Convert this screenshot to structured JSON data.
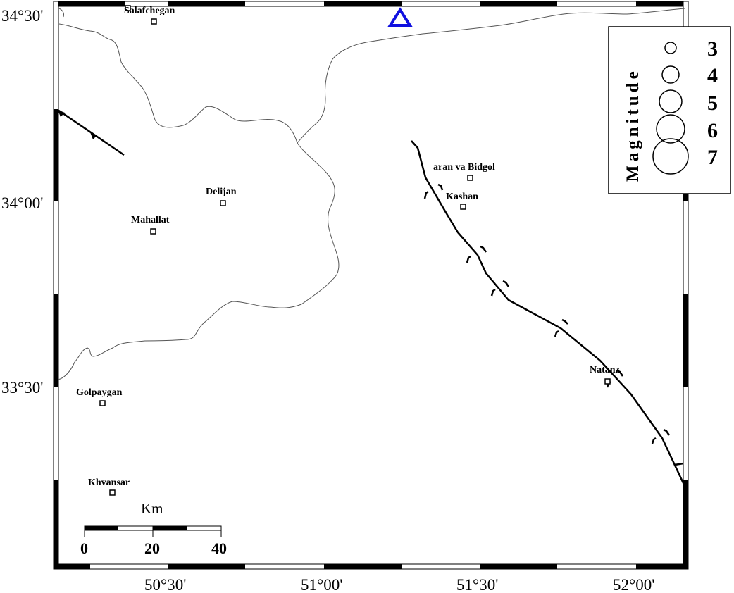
{
  "map": {
    "lat_labels": [
      "34°30'",
      "34°00'",
      "33°30'"
    ],
    "lon_labels": [
      "50°30'",
      "51°00'",
      "51°30'",
      "52°00'"
    ]
  },
  "cities": [
    {
      "id": "salafchegan",
      "name": "Salafchegan"
    },
    {
      "id": "delijan",
      "name": "Delijan"
    },
    {
      "id": "mahallat",
      "name": "Mahallat"
    },
    {
      "id": "aran",
      "name": "aran va Bidgol"
    },
    {
      "id": "kashan",
      "name": "Kashan"
    },
    {
      "id": "natanz",
      "name": "Natanz"
    },
    {
      "id": "golpaygan",
      "name": "Golpaygan"
    },
    {
      "id": "khvansar",
      "name": "Khvansar"
    }
  ],
  "station": {
    "symbol": "triangle-icon",
    "color": "#1010e0"
  },
  "legend": {
    "title": "Magnitude",
    "items": [
      "3",
      "4",
      "5",
      "6",
      "7"
    ]
  },
  "scale_bar": {
    "unit": "Km",
    "labels": [
      "0",
      "20",
      "40"
    ]
  }
}
